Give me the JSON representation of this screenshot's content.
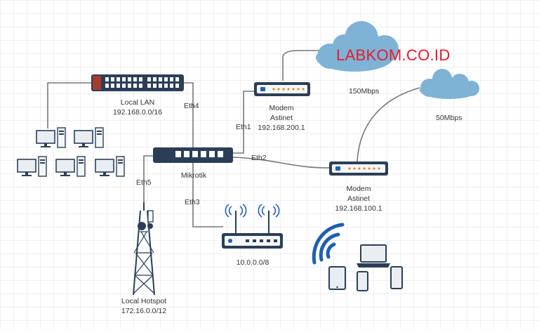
{
  "brand": "LABKOM.CO.ID",
  "clouds": {
    "primary_speed": "150Mbps",
    "secondary_speed": "50Mbps"
  },
  "nodes": {
    "switch": {
      "name": "Local LAN",
      "address": "192.168.0.0/16"
    },
    "router": {
      "name": "Mikrotik"
    },
    "modem1": {
      "name": "Modem",
      "sub": "Astinet",
      "address": "192.168.200.1"
    },
    "modem2": {
      "name": "Modem",
      "sub": "Astinet",
      "address": "192.168.100.1"
    },
    "access_point": {
      "address": "10.0.0.0/8"
    },
    "tower": {
      "name": "Local Hotspot",
      "address": "172.16.0.0/12"
    }
  },
  "ports": {
    "eth1": "Eth1",
    "eth2": "Eth2",
    "eth3": "Eth3",
    "eth4": "Eth4",
    "eth5": "Eth5"
  },
  "colors": {
    "cloud": "#7fb3d5",
    "link": "#777777",
    "device": "#2c3e57",
    "brand": "#e8192c",
    "wifi": "#1f5fae"
  }
}
